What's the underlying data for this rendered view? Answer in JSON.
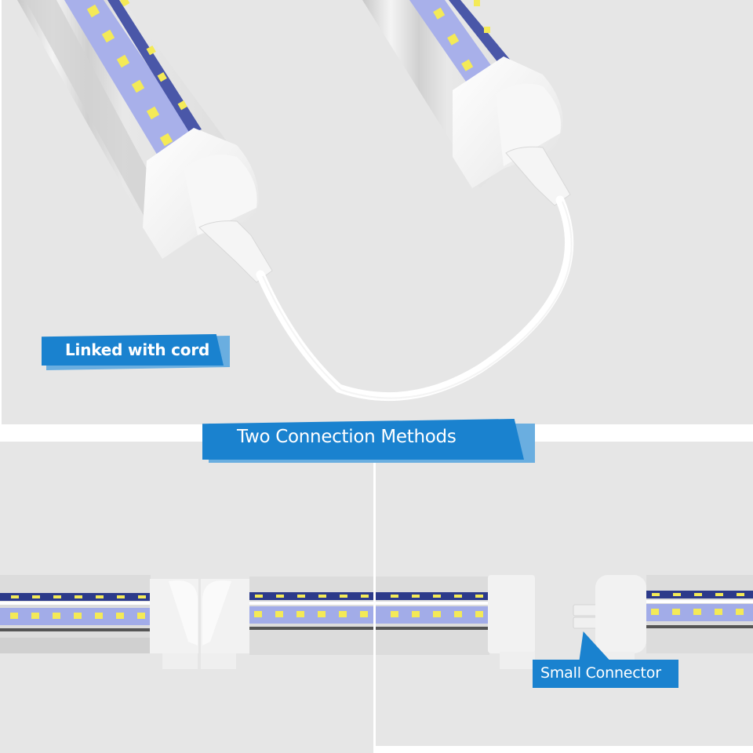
{
  "labels": {
    "linked_with_cord": "Linked with cord",
    "two_connection_methods": "Two Connection Methods",
    "small_connector": "Small Connector"
  },
  "colors": {
    "background": "#e6e6e6",
    "label_blue": "#1a82cf",
    "label_blue_light": "#6aaee0",
    "led_yellow": "#f4ea57",
    "led_strip_blue": "#9ea9e6",
    "led_strip_navy": "#2c3a8a",
    "connector_white": "#f2f2f2"
  },
  "panels": [
    {
      "name": "top",
      "depicts": "Two LED tubes linked with cord"
    },
    {
      "name": "bottom-left",
      "depicts": "Two LED tubes joined end-to-end"
    },
    {
      "name": "bottom-right",
      "depicts": "LED tubes with small connector"
    }
  ]
}
